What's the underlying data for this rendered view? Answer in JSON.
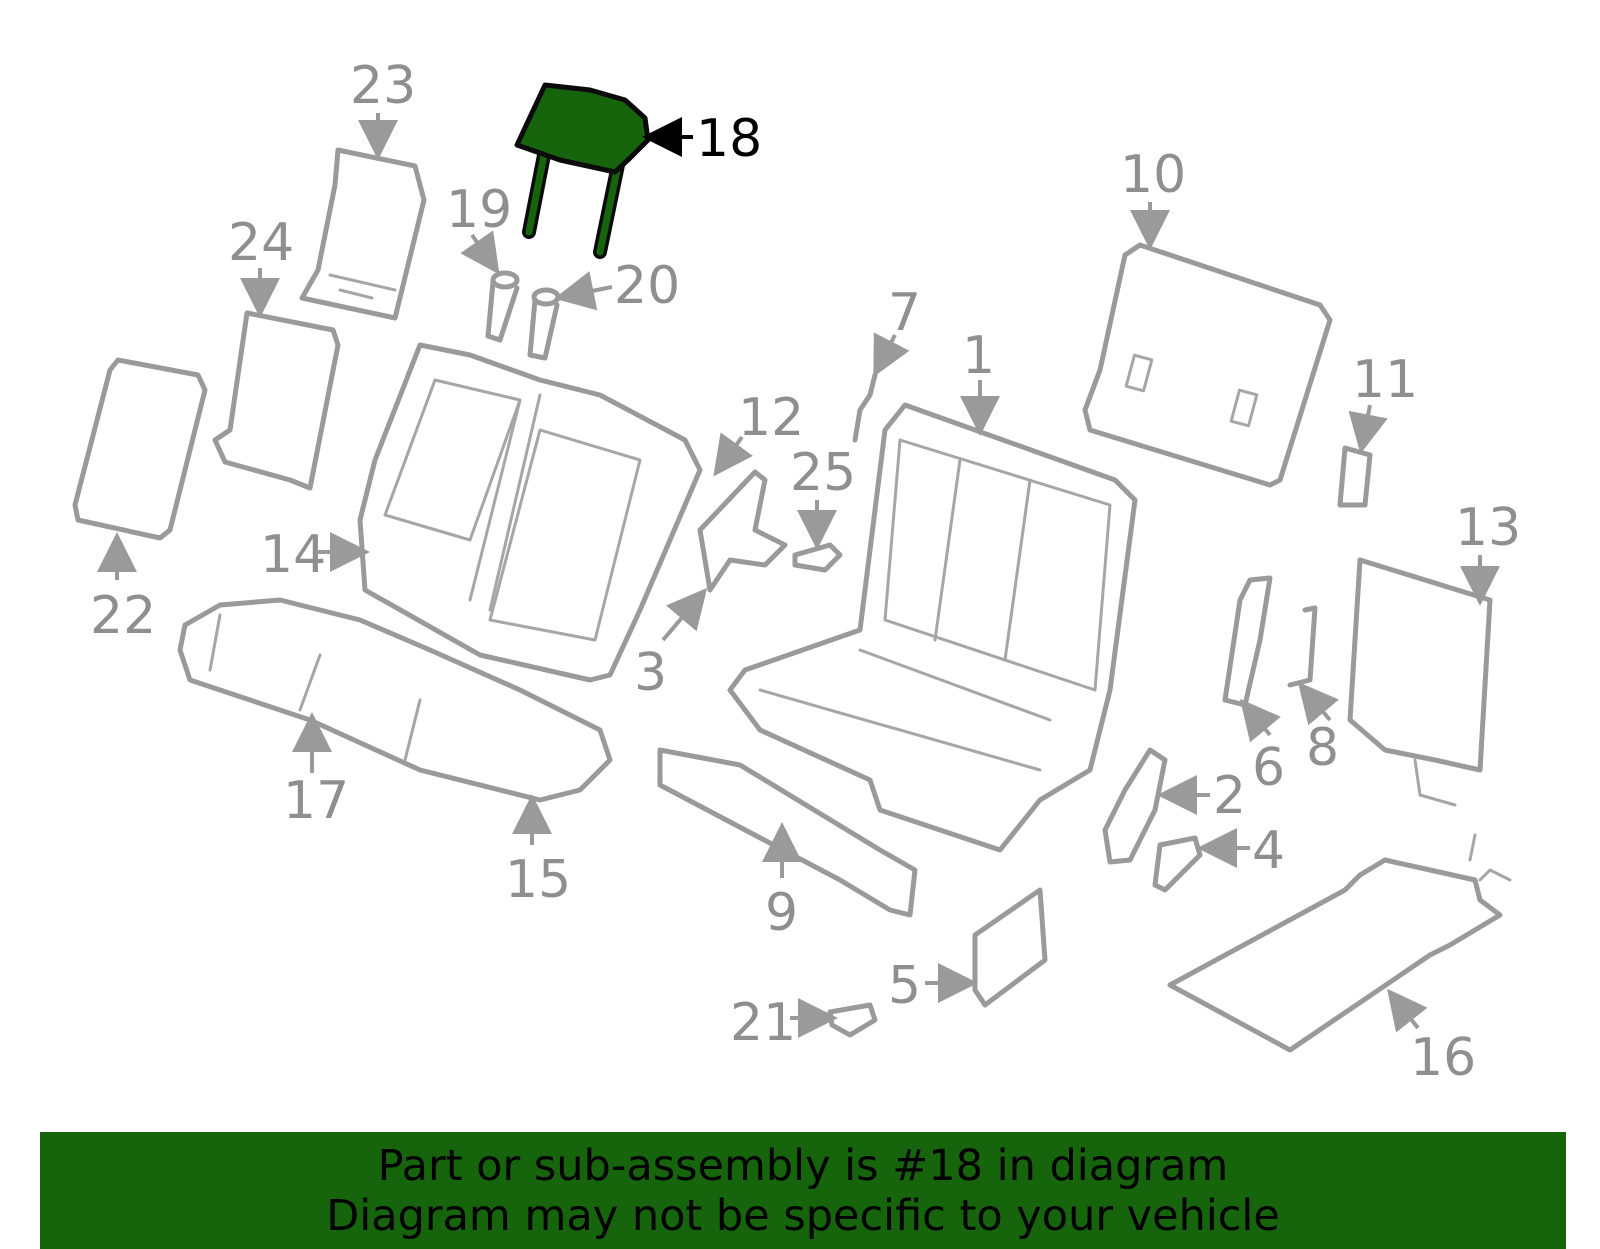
{
  "diagram": {
    "selected_part": "18",
    "highlight_color": "#16650c",
    "callouts": [
      "1",
      "2",
      "3",
      "4",
      "5",
      "6",
      "7",
      "8",
      "9",
      "10",
      "11",
      "12",
      "13",
      "14",
      "15",
      "16",
      "17",
      "18",
      "19",
      "20",
      "21",
      "22",
      "23",
      "24",
      "25"
    ]
  },
  "banner": {
    "line1": "Part or sub-assembly is #18 in diagram",
    "line2": "Diagram may not be specific to your vehicle"
  }
}
